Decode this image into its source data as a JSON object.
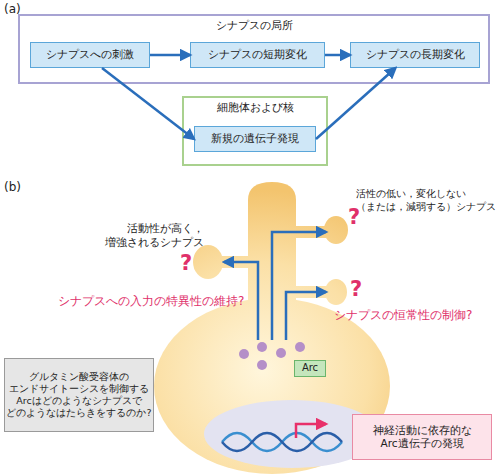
{
  "diagram": {
    "nodes": [
      {
        "text": [
          "シナプスの局所"
        ]
      },
      {
        "text": [
          "シナプスへの刺激"
        ],
        "in": 0
      },
      {
        "text": [
          "シナプスの短期変化"
        ],
        "in": 0
      },
      {
        "text": [
          "シナプスの長期変化"
        ],
        "in": 0
      },
      {
        "text": [
          "細胞体および核"
        ]
      },
      {
        "text": [
          "新規の遺伝子発現"
        ],
        "in": 4
      },
      {
        "text": [
          "グルタミン酸受容体の エンドサイトーシスを制御する Arcはどのようなシナプスで どのようなはたらきをするのか?"
        ]
      },
      {
        "text": [
          "Arc"
        ]
      },
      {
        "text": [
          "神経活動に依存的な Arc遺伝子の発現"
        ]
      }
    ],
    "edges": [
      {
        "from": 1,
        "to": 2,
        "arrow": "to"
      },
      {
        "from": 2,
        "to": 3,
        "arrow": "to"
      },
      {
        "from": 1,
        "to": 5,
        "arrow": "to"
      },
      {
        "from": 5,
        "to": 3,
        "arrow": "to"
      }
    ],
    "labels": [
      "(a)",
      "(b)",
      "活動性が高く， 増強されるシナプス",
      "?",
      "活性の低い，変化しない （または，減弱する）シナプス",
      "?",
      "シナプスへの入力の特異性の維持?",
      "?",
      "シナプスの恒常性の制御?"
    ]
  }
}
